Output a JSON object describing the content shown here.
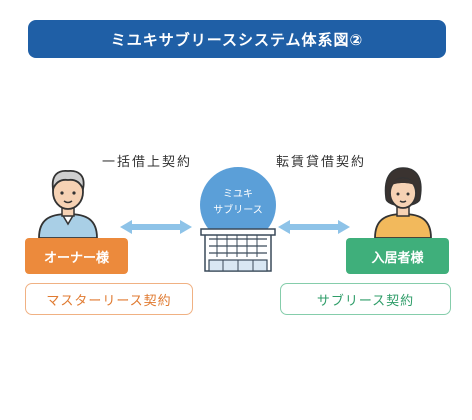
{
  "header": {
    "title": "ミユキサブリースシステム体系図②"
  },
  "relations": {
    "left_label": "一括借上契約",
    "right_label": "転賃貸借契約"
  },
  "hub": {
    "line1": "ミユキ",
    "line2": "サブリース"
  },
  "roles": {
    "owner_label": "オーナー様",
    "tenant_label": "入居者様"
  },
  "contracts": {
    "master_label": "マスターリース契約",
    "sublease_label": "サブリース契約"
  },
  "colors": {
    "title_bg": "#1f5fa6",
    "hub_circle": "#5b9fd8",
    "arrow": "#8ec3e8",
    "owner_accent": "#ec8a3c",
    "tenant_accent": "#3faf7b"
  }
}
